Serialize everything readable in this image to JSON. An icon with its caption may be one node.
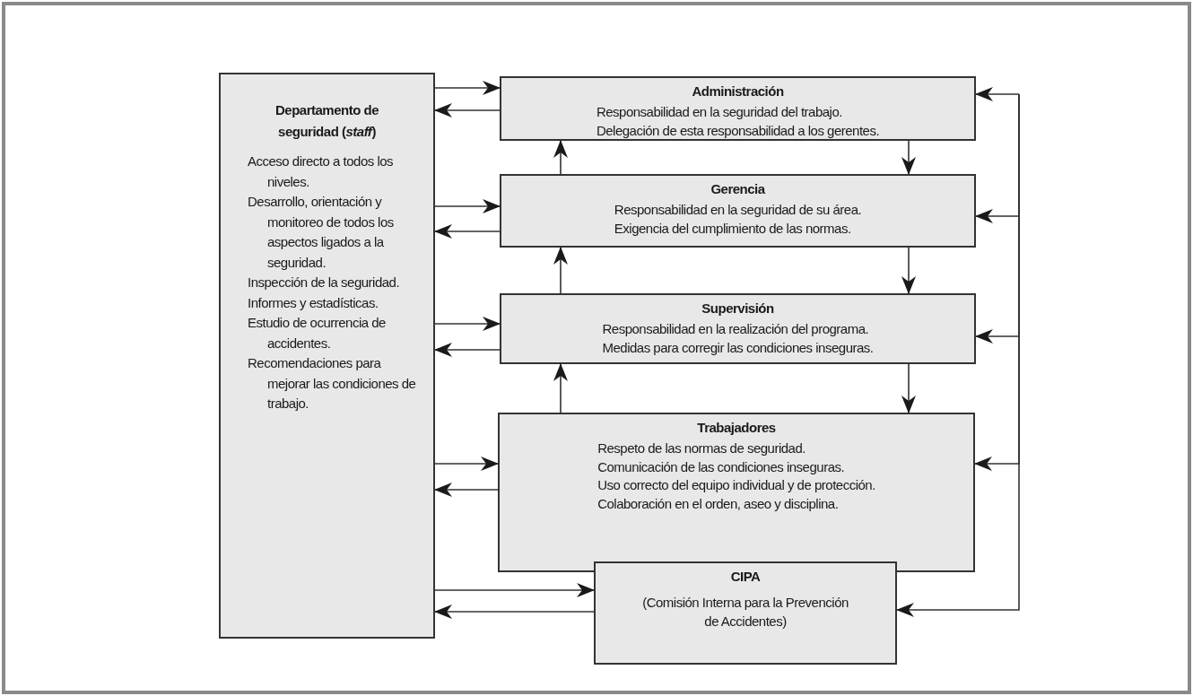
{
  "diagram": {
    "nodes": [
      {
        "text": [
          "Departamento de seguridad (*staff*)",
          "Acceso directo a todos los niveles.",
          "Desarrollo, orientación y monitoreo de todos los aspectos ligados a la seguridad.",
          "Inspección de la seguridad.",
          "Informes y estadísticas.",
          "Estudio de ocurrencia de accidentes.",
          "Recomendaciones para mejorar las condiciones de trabajo."
        ]
      },
      {
        "text": [
          "Administración",
          "Responsabilidad en la seguridad del trabajo.",
          "Delegación de esta responsabilidad a los gerentes."
        ]
      },
      {
        "text": [
          "Gerencia",
          "Responsabilidad en la seguridad de su área.",
          "Exigencia del cumplimiento de las normas."
        ]
      },
      {
        "text": [
          "Supervisión",
          "Responsabilidad en la realización del programa.",
          "Medidas para corregir las condiciones inseguras."
        ]
      },
      {
        "text": [
          "Trabajadores",
          "Respeto de las normas de seguridad.",
          "Comunicación de las condiciones inseguras.",
          "Uso correcto del equipo individual y de protección.",
          "Colaboración en el orden, aseo y disciplina."
        ]
      },
      {
        "text": [
          "CIPA",
          "(Comisión Interna para la Prevención de Accidentes)"
        ]
      }
    ],
    "edges": [
      {
        "from": 0,
        "to": 1,
        "arrow": "to"
      },
      {
        "from": 1,
        "to": 0,
        "arrow": "to"
      },
      {
        "from": 0,
        "to": 2,
        "arrow": "to"
      },
      {
        "from": 2,
        "to": 0,
        "arrow": "to"
      },
      {
        "from": 0,
        "to": 3,
        "arrow": "to"
      },
      {
        "from": 3,
        "to": 0,
        "arrow": "to"
      },
      {
        "from": 0,
        "to": 4,
        "arrow": "to"
      },
      {
        "from": 4,
        "to": 0,
        "arrow": "to"
      },
      {
        "from": 0,
        "to": 5,
        "arrow": "to"
      },
      {
        "from": 5,
        "to": 0,
        "arrow": "to"
      },
      {
        "from": 2,
        "to": 1,
        "arrow": "to"
      },
      {
        "from": 1,
        "to": 2,
        "arrow": "to"
      },
      {
        "from": 3,
        "to": 2,
        "arrow": "to"
      },
      {
        "from": 2,
        "to": 3,
        "arrow": "to"
      },
      {
        "from": 4,
        "to": 3,
        "arrow": "to"
      },
      {
        "from": 3,
        "to": 4,
        "arrow": "to"
      },
      {
        "from": null,
        "to": 1,
        "arrow": "to"
      },
      {
        "from": null,
        "to": 2,
        "arrow": "to"
      },
      {
        "from": null,
        "to": 3,
        "arrow": "to"
      },
      {
        "from": null,
        "to": 4,
        "arrow": "to"
      },
      {
        "from": null,
        "to": 5,
        "arrow": "to"
      }
    ]
  }
}
